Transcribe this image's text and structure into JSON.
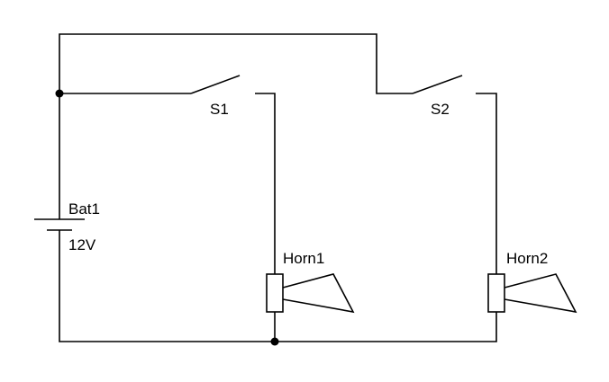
{
  "components": {
    "battery": {
      "name": "Bat1",
      "value": "12V"
    },
    "switch1": {
      "name": "S1"
    },
    "switch2": {
      "name": "S2"
    },
    "horn1": {
      "name": "Horn1"
    },
    "horn2": {
      "name": "Horn2"
    }
  }
}
